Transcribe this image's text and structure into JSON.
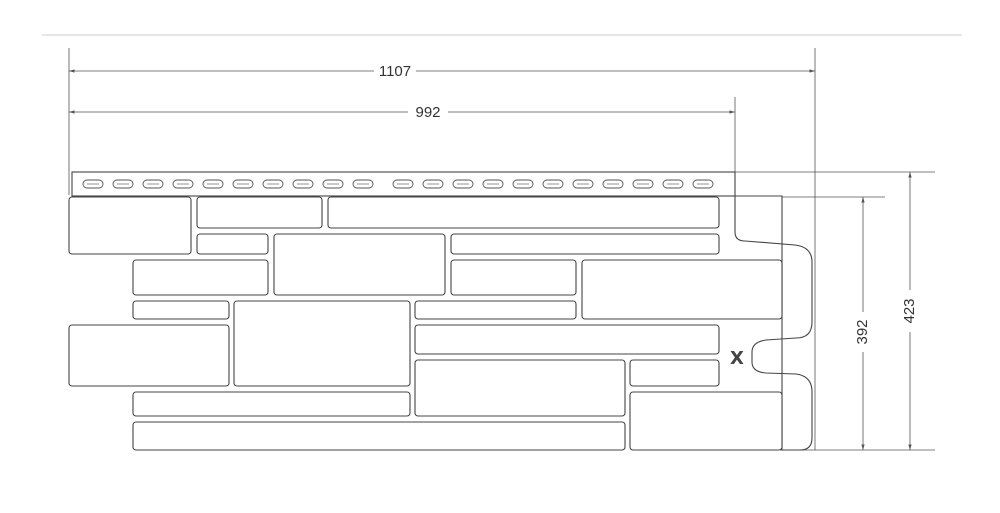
{
  "colors": {
    "line": "#444444",
    "dimension": "#555555",
    "background": "#ffffff",
    "rule": "#cccccc"
  },
  "dimensions": {
    "overall_width": "1107",
    "effective_width": "992",
    "effective_height": "392",
    "overall_height": "423"
  },
  "mount_mark": "X"
}
